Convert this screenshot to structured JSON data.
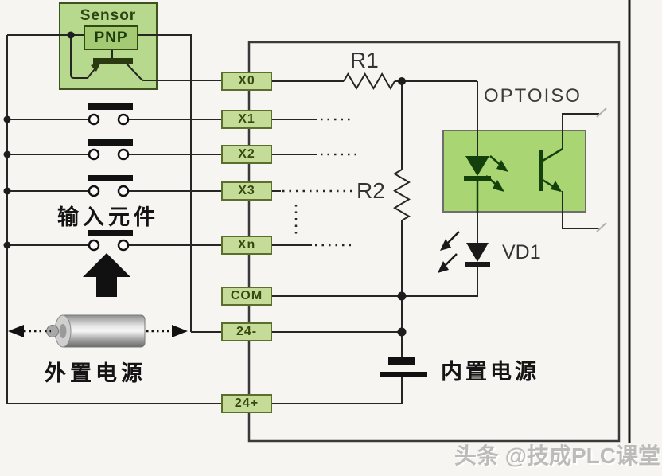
{
  "sensor": {
    "name": "Sensor",
    "type": "PNP"
  },
  "terminals": [
    "X0",
    "X1",
    "X2",
    "X3",
    "Xn",
    "COM",
    "24-",
    "24+"
  ],
  "components": {
    "r1": "R1",
    "r2": "R2",
    "vd1": "VD1",
    "opto": "OPTOISO"
  },
  "annotations": {
    "input_devices": "输入元件",
    "external_power": "外置电源",
    "internal_power": "内置电源"
  },
  "watermark": "头条 @技成PLC课堂",
  "colors": {
    "terminal_green": "#c4dc98",
    "sensor_green": "#b6d98e",
    "opto_green": "#a9d573",
    "wire": "#262626"
  }
}
